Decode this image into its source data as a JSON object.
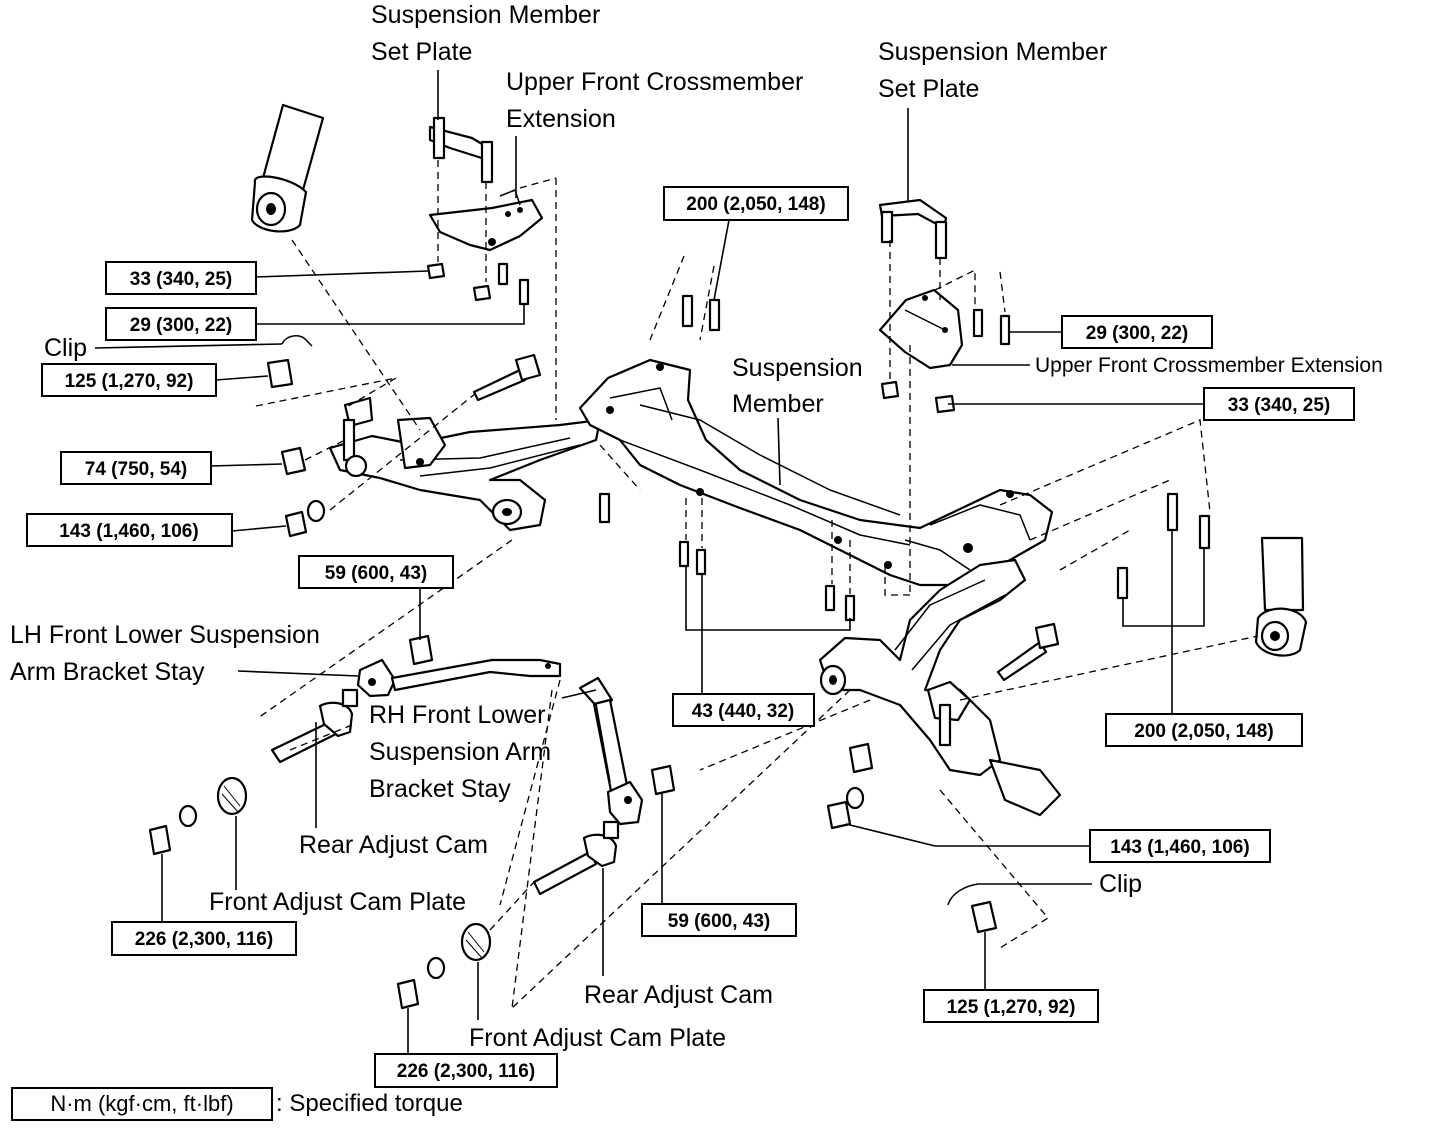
{
  "labels": {
    "susp_member_set_plate_left_1": "Suspension Member",
    "susp_member_set_plate_left_2": "Set Plate",
    "upper_front_xmember_ext_left_1": "Upper Front Crossmember",
    "upper_front_xmember_ext_left_2": "Extension",
    "susp_member_set_plate_right_1": "Suspension Member",
    "susp_member_set_plate_right_2": "Set Plate",
    "upper_front_xmember_ext_right": "Upper Front Crossmember Extension",
    "suspension_member_1": "Suspension",
    "suspension_member_2": "Member",
    "clip_left": "Clip",
    "clip_right": "Clip",
    "lh_stay_1": "LH Front Lower Suspension",
    "lh_stay_2": "Arm Bracket Stay",
    "rh_stay_1": "RH Front Lower",
    "rh_stay_2": "Suspension Arm",
    "rh_stay_3": "Bracket Stay",
    "rear_adjust_cam_left": "Rear Adjust Cam",
    "front_adjust_cam_plate_left": "Front Adjust Cam Plate",
    "rear_adjust_cam_right": "Rear Adjust Cam",
    "front_adjust_cam_plate_right": "Front Adjust Cam Plate"
  },
  "torques": {
    "t_33_left": "33 (340, 25)",
    "t_29_left": "29 (300, 22)",
    "t_125_left": "125 (1,270, 92)",
    "t_74": "74 (750, 54)",
    "t_143_left": "143 (1,460, 106)",
    "t_59_left": "59 (600, 43)",
    "t_200_top": "200 (2,050, 148)",
    "t_29_right": "29 (300, 22)",
    "t_33_right": "33 (340, 25)",
    "t_43": "43 (440, 32)",
    "t_200_right": "200 (2,050, 148)",
    "t_143_right": "143 (1,460, 106)",
    "t_59_right": "59 (600, 43)",
    "t_226_left": "226 (2,300, 116)",
    "t_226_bottom": "226 (2,300, 116)",
    "t_125_right": "125 (1,270, 92)"
  },
  "legend": {
    "unit": "N·m (kgf·cm, ft·lbf)",
    "description": ": Specified torque"
  }
}
